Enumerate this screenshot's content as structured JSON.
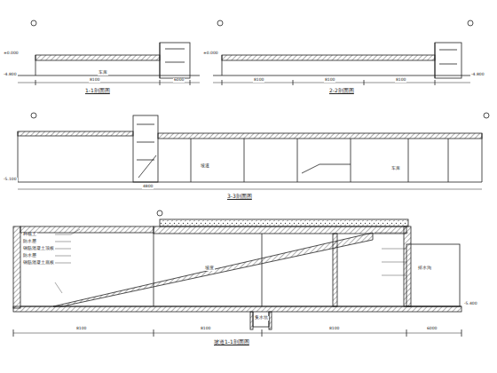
{
  "diagram": {
    "labels": [
      "1-1剖面图",
      "2-2剖面图",
      "3-3剖面图",
      "坡道1-1剖面图",
      "±0.000",
      "±0.000",
      "-4.800",
      "-4.800",
      "-5.100",
      "8100",
      "6000",
      "8100",
      "8100",
      "8100",
      "4800",
      "坡道",
      "车库",
      "车库",
      "种植土",
      "防水层",
      "钢筋混凝土顶板",
      "防水层",
      "钢筋混凝土底板",
      "坡度",
      "排水沟",
      "集水坑",
      "8100",
      "8100",
      "8100",
      "6000",
      "-5.400"
    ]
  }
}
